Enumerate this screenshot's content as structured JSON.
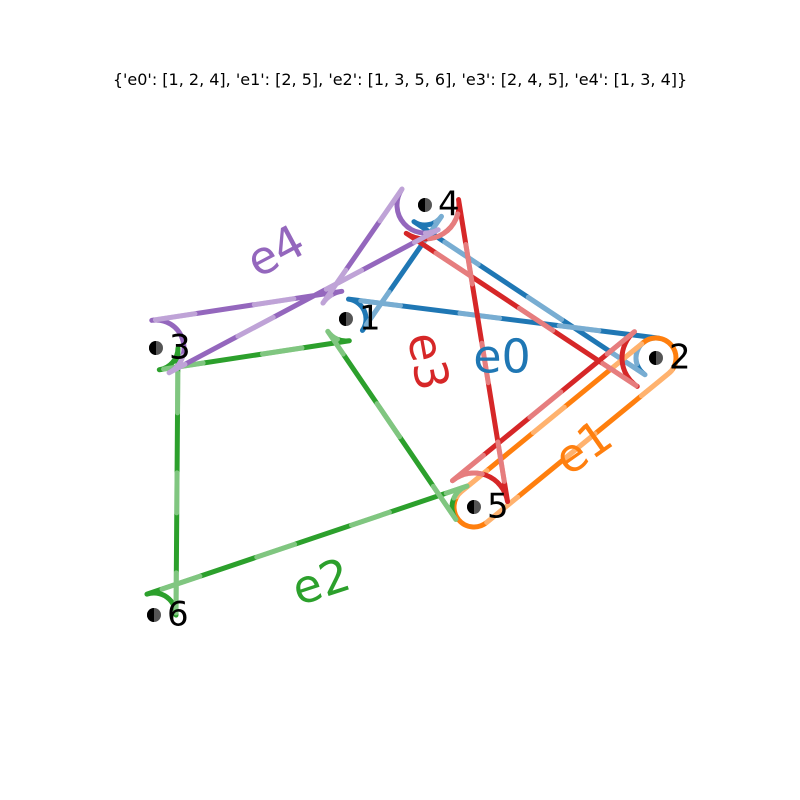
{
  "title": "{'e0': [1, 2, 4], 'e1': [2, 5], 'e2': [1, 3, 5, 6], 'e3': [2, 4, 5], 'e4': [1, 3, 4]}",
  "nodes": [
    {
      "id": "1",
      "label": "1"
    },
    {
      "id": "2",
      "label": "2"
    },
    {
      "id": "3",
      "label": "3"
    },
    {
      "id": "4",
      "label": "4"
    },
    {
      "id": "5",
      "label": "5"
    },
    {
      "id": "6",
      "label": "6"
    }
  ],
  "edges": [
    {
      "id": "e0",
      "label": "e0",
      "members": [
        "1",
        "2",
        "4"
      ],
      "color": "#1f77b4"
    },
    {
      "id": "e1",
      "label": "e1",
      "members": [
        "2",
        "5"
      ],
      "color": "#ff7f0e"
    },
    {
      "id": "e2",
      "label": "e2",
      "members": [
        "1",
        "3",
        "5",
        "6"
      ],
      "color": "#2ca02c"
    },
    {
      "id": "e3",
      "label": "e3",
      "members": [
        "2",
        "4",
        "5"
      ],
      "color": "#d62728"
    },
    {
      "id": "e4",
      "label": "e4",
      "members": [
        "1",
        "3",
        "4"
      ],
      "color": "#9467bd"
    }
  ]
}
